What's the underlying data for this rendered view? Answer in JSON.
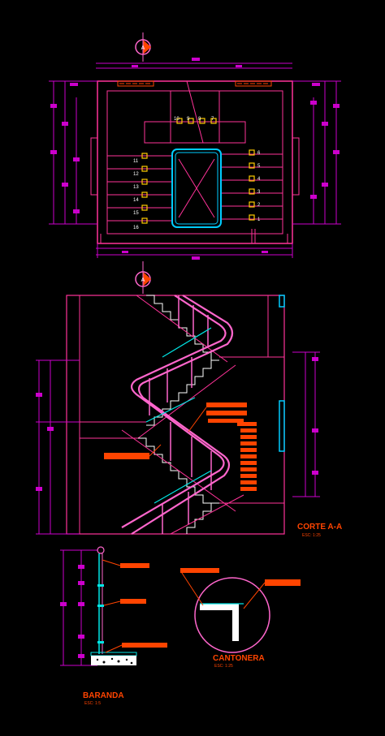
{
  "plan": {
    "section_marker": "A",
    "upper_step_numbers": [
      "10",
      "9",
      "8",
      "7"
    ],
    "left_step_numbers": [
      "11",
      "12",
      "13",
      "14",
      "15",
      "16"
    ],
    "right_step_numbers": [
      "6",
      "5",
      "4",
      "3",
      "2",
      "1"
    ]
  },
  "section": {
    "title": "CORTE A-A",
    "scale": "ESC: 1:25"
  },
  "railing": {
    "title": "BARANDA",
    "scale": "ESC: 1:5"
  },
  "corner": {
    "title": "CANTONERA",
    "scale": "ESC: 1:25"
  },
  "colors": {
    "background": "#000000",
    "dimension": "#cc00cc",
    "wall": "#ff3399",
    "stair": "#ff66cc",
    "step_node": "#ffcc00",
    "glass": "#00ccff",
    "label": "#ff4400",
    "grid": "#ffffff",
    "cyan": "#00e5e5"
  },
  "icons": [
    "section-marker-icon",
    "detail-circle-icon"
  ]
}
